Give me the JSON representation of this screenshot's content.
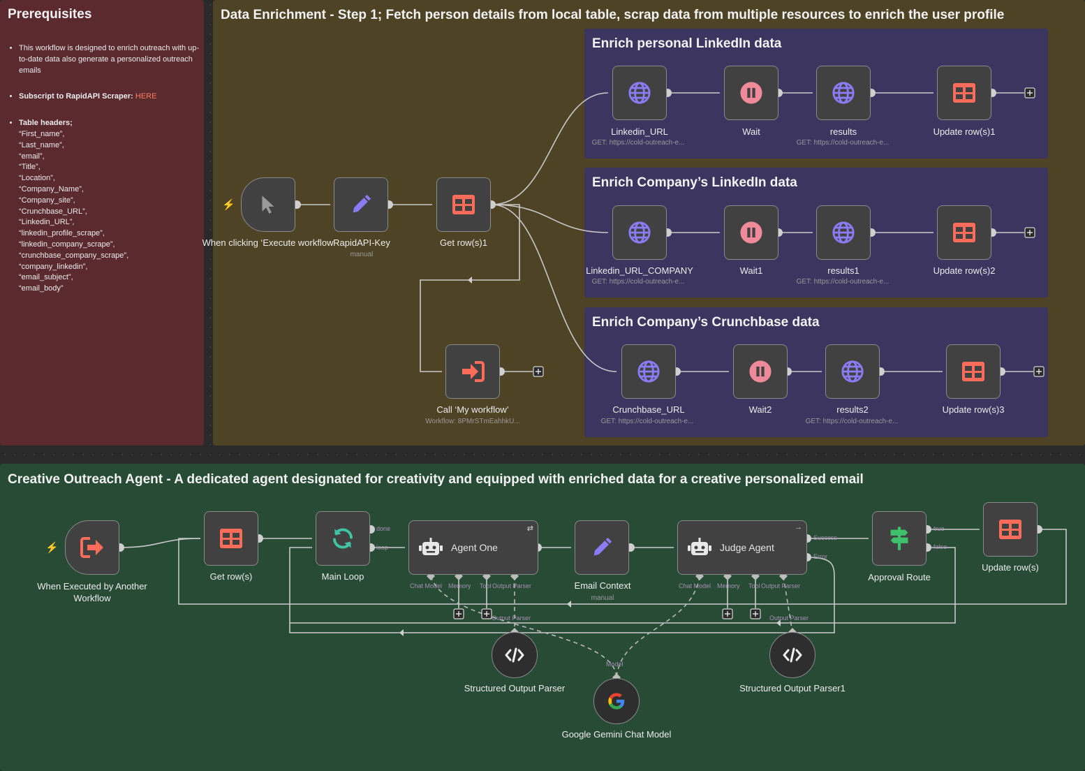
{
  "prereq": {
    "title": "Prerequisites",
    "bullet1": "This workflow is designed to enrich outreach with up-to-date data also generate a personalized outreach emails",
    "bullet2_prefix": "Subscript to RapidAPI Scraper: ",
    "bullet2_link": "HERE",
    "bullet3_title": "Table headers;",
    "headers": [
      "“First_name”,",
      "“Last_name”,",
      "“email”,",
      "“Title”,",
      "“Location”,",
      "“Company_Name”,",
      "“Company_site”,",
      "“Crunchbase_URL”,",
      "“Linkedin_URL”,",
      "“linkedin_profile_scrape”,",
      "“linkedin_company_scrape”,",
      "“crunchbase_company_scrape”,",
      "“company_linkedin”,",
      "“email_subject”,",
      "“email_body”"
    ]
  },
  "enrich": {
    "title": "Data Enrichment - Step 1; Fetch person details from local table, scrap data from multiple resources to enrich the user profile",
    "sub1_title": "Enrich personal LinkedIn data",
    "sub2_title": "Enrich Company’s LinkedIn data",
    "sub3_title": "Enrich Company’s Crunchbase data"
  },
  "creative": {
    "title": "Creative Outreach Agent - A dedicated agent designated for creativity and equipped with enriched data for a creative personalized email"
  },
  "nodes": {
    "manual_trigger": "When clicking ‘Execute workflow’",
    "rapidapi": "RapidAPI-Key",
    "rapidapi_sub": "manual",
    "get_rows1": "Get row(s)1",
    "call_workflow": "Call ‘My workflow’",
    "call_workflow_sub": "Workflow: 8PMrSTmEahhkU...",
    "linkedin_url": "Linkedin_URL",
    "linkedin_url_sub": "GET: https://cold-outreach-e...",
    "wait": "Wait",
    "results": "results",
    "results_sub": "GET: https://cold-outreach-e...",
    "update_rows1": "Update row(s)1",
    "linkedin_url_company": "Linkedin_URL_COMPANY",
    "linkedin_url_company_sub": "GET: https://cold-outreach-e...",
    "wait1": "Wait1",
    "results1": "results1",
    "results1_sub": "GET: https://cold-outreach-e...",
    "update_rows2": "Update row(s)2",
    "crunchbase_url": "Crunchbase_URL",
    "crunchbase_url_sub": "GET: https://cold-outreach-e...",
    "wait2": "Wait2",
    "results2": "results2",
    "results2_sub": "GET: https://cold-outreach-e...",
    "update_rows3": "Update row(s)3",
    "exec_trigger": "When Executed by Another Workflow",
    "get_rows": "Get row(s)",
    "main_loop": "Main Loop",
    "agent_one": "Agent One",
    "email_context": "Email Context",
    "email_context_sub": "manual",
    "judge_agent": "Judge Agent",
    "approval_route": "Approval Route",
    "update_rows": "Update row(s)",
    "struct_parser": "Structured Output Parser",
    "struct_parser1": "Structured Output Parser1",
    "gemini": "Google Gemini Chat Model"
  },
  "ports": {
    "done": "done",
    "loop": "loop",
    "success": "Success",
    "error": "Error",
    "true": "true",
    "false": "false",
    "chat_model": "Chat Model",
    "memory": "Memory",
    "tool": "Tool",
    "output_parser": "Output Parser",
    "output_parser_b": "Output Parser",
    "output_parser_c": "Output Parser",
    "output_parser_d": "Output Parser",
    "model": "Model"
  },
  "colors": {
    "accent_orange": "#ff6d5a",
    "http_purple": "#8b7cf5",
    "wait_pink": "#ef8a9b",
    "loop_teal": "#3fc5a5",
    "route_green": "#3ec06b",
    "prereq_bg": "#5a2a2f",
    "enrich_bg": "#4f4326",
    "sub_bg": "#3b3560",
    "creative_bg": "#284b35"
  },
  "icons": {
    "manual_trigger": "cursor-icon",
    "rapidapi": "pencil-icon",
    "table": "table-icon",
    "http": "globe-icon",
    "wait": "pause-icon",
    "call_workflow": "sign-in-icon",
    "exec_trigger": "sign-out-icon",
    "loop": "refresh-icon",
    "agent": "robot-icon",
    "route": "signpost-icon",
    "code": "code-icon",
    "google": "google-icon"
  }
}
